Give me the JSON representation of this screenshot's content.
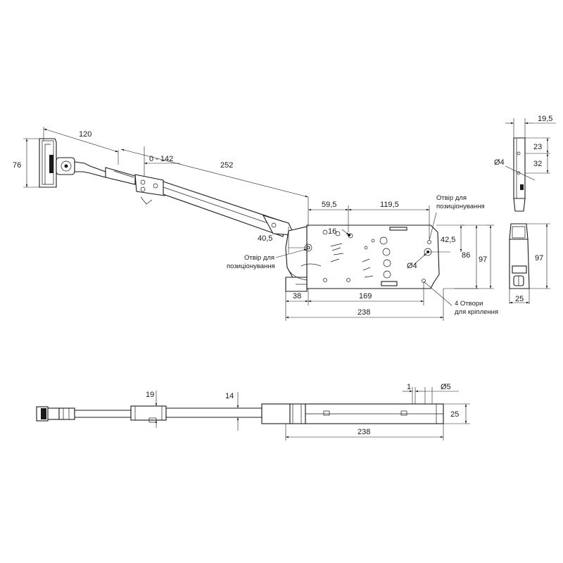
{
  "side_view": {
    "dims": {
      "d76": "76",
      "d120": "120",
      "d0_142": "0 - 142",
      "d252": "252",
      "d59_5": "59,5",
      "d119_5": "119,5",
      "d16": "16",
      "d42_5": "42,5",
      "d86": "86",
      "d97": "97",
      "d40_5": "40,5",
      "d_o4": "Ø4",
      "d38": "38",
      "d169": "169",
      "d238": "238"
    },
    "notes": {
      "positioning_hole_top_line1": "Отвір для",
      "positioning_hole_top_line2": "позиціонування",
      "positioning_hole_left_line1": "Отвір для",
      "positioning_hole_left_line2": "позиціонування",
      "mounting_holes_line1": "4 Отвори",
      "mounting_holes_line2": "для кріплення"
    }
  },
  "end_view": {
    "dims": {
      "d19_5": "19,5",
      "d23": "23",
      "d32": "32",
      "d_o4": "Ø4",
      "d97": "97",
      "d25": "25"
    }
  },
  "top_view": {
    "dims": {
      "d19": "19",
      "d14": "14",
      "d1": "1",
      "d_o5": "Ø5",
      "d25": "25",
      "d238": "238"
    }
  }
}
